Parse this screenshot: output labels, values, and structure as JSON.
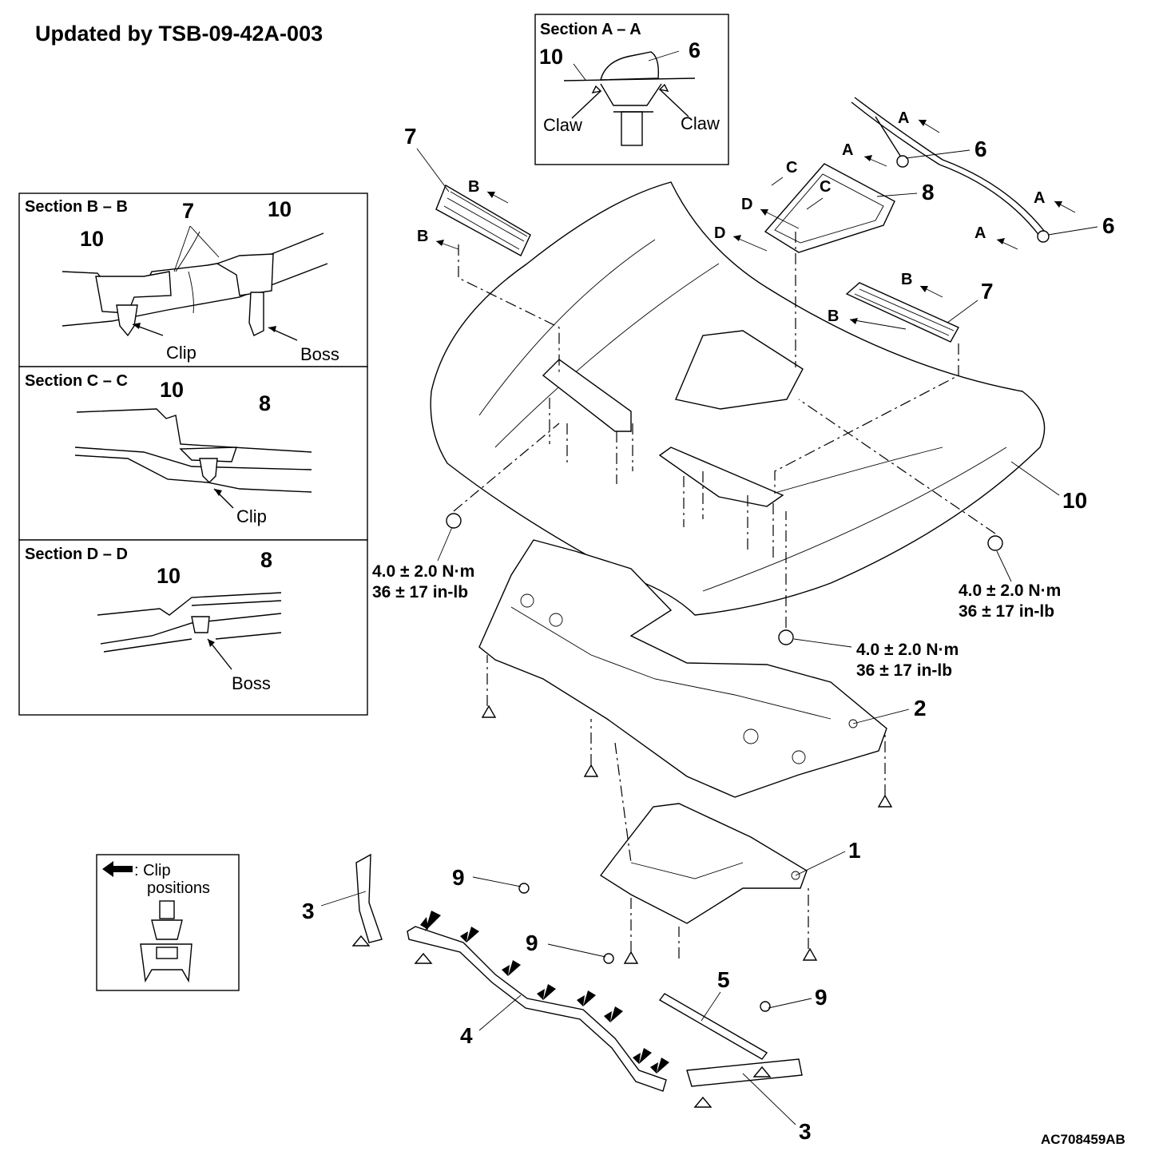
{
  "header": {
    "title": "Updated by TSB-09-42A-003"
  },
  "figure_id": "AC708459AB",
  "sections": {
    "a": {
      "title": "Section A – A",
      "num_10": "10",
      "num_6": "6",
      "claw_left": "Claw",
      "claw_right": "Claw"
    },
    "b": {
      "title": "Section B – B",
      "num_7": "7",
      "num_10_top": "10",
      "num_10_left": "10",
      "clip": "Clip",
      "boss": "Boss"
    },
    "c": {
      "title": "Section C – C",
      "num_10": "10",
      "num_8": "8",
      "clip": "Clip"
    },
    "d": {
      "title": "Section D – D",
      "num_10": "10",
      "num_8": "8",
      "boss": "Boss"
    }
  },
  "legend": {
    "line1": ": Clip",
    "line2": "positions"
  },
  "callouts": {
    "p1": "1",
    "p2": "2",
    "p3a": "3",
    "p3b": "3",
    "p4": "4",
    "p5": "5",
    "p6a": "6",
    "p6b": "6",
    "p7a": "7",
    "p7b": "7",
    "p8": "8",
    "p9a": "9",
    "p9b": "9",
    "p9c": "9",
    "p10": "10"
  },
  "view_markers": {
    "a1": "A",
    "a2": "A",
    "a3": "A",
    "a4": "A",
    "b1": "B",
    "b2": "B",
    "b3": "B",
    "b4": "B",
    "c1": "C",
    "c2": "C",
    "d1": "D",
    "d2": "D"
  },
  "torque": {
    "left": {
      "nm": "4.0 ± 2.0 N·m",
      "inlb": "36 ± 17 in-lb"
    },
    "right": {
      "nm": "4.0 ± 2.0 N·m",
      "inlb": "36 ± 17 in-lb"
    },
    "center": {
      "nm": "4.0 ± 2.0 N·m",
      "inlb": "36 ± 17 in-lb"
    }
  }
}
